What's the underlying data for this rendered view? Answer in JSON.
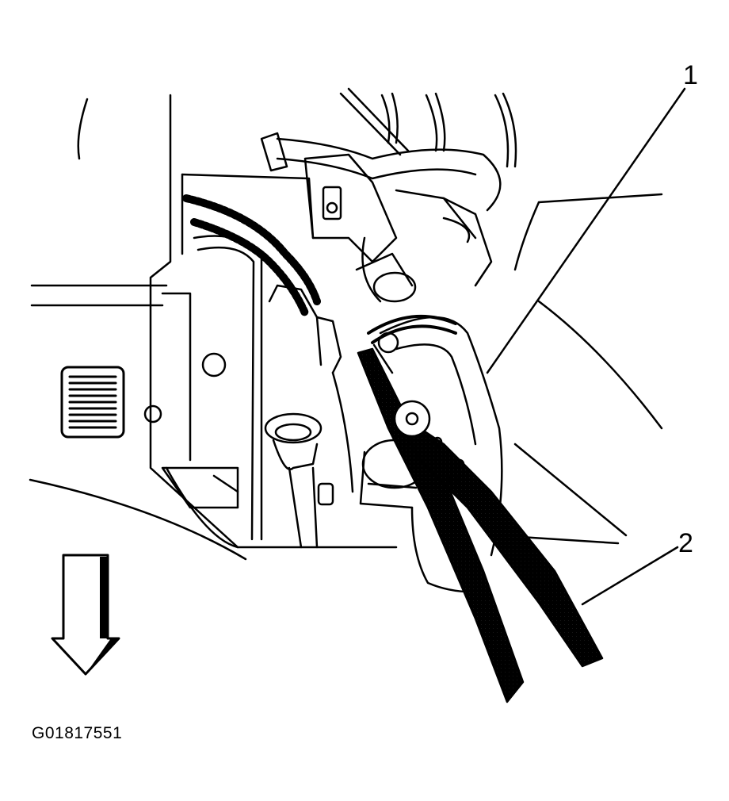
{
  "figure": {
    "callouts": [
      {
        "label": "1"
      },
      {
        "label": "2"
      }
    ],
    "figure_id": "G01817551",
    "direction_arrow_icon": "down-arrow-icon"
  },
  "colors": {
    "ink": "#000000",
    "paper": "#ffffff",
    "stipple": "#b8b8b8"
  }
}
